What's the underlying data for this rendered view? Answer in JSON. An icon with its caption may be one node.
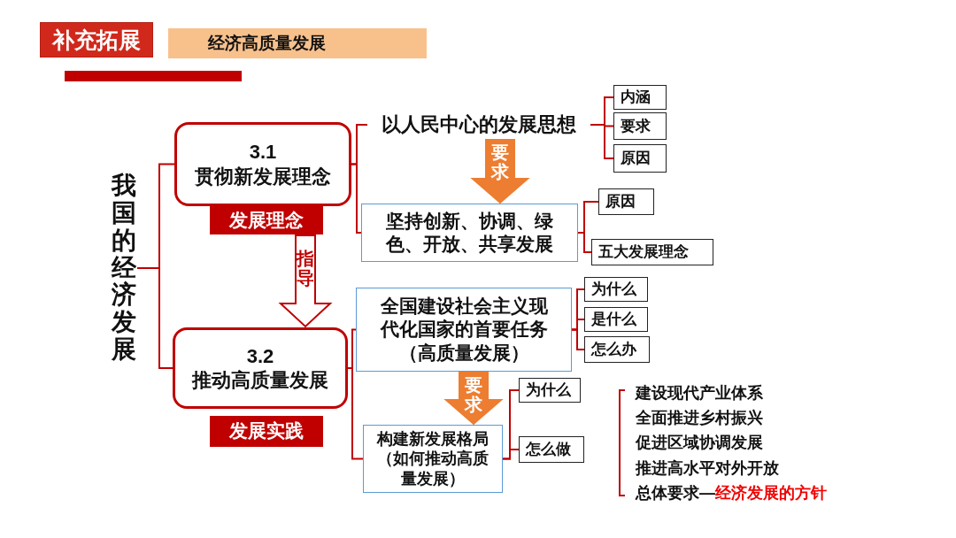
{
  "diagram": {
    "title": "经济高质量发展",
    "nodes": [
      {
        "text": [
          "我国的经济发展"
        ]
      },
      {
        "text": [
          "3.1",
          "贯彻新发展理念"
        ]
      },
      {
        "text": [
          "发展理念"
        ]
      },
      {
        "text": [
          "3.2",
          "推动高质量发展"
        ]
      },
      {
        "text": [
          "发展实践"
        ]
      },
      {
        "text": [
          "以人民中心的发展思想"
        ]
      },
      {
        "text": [
          "坚持创新、协调、绿色、开放、共享发展"
        ]
      },
      {
        "text": [
          "内涵"
        ]
      },
      {
        "text": [
          "要求"
        ]
      },
      {
        "text": [
          "原因"
        ]
      },
      {
        "text": [
          "原因"
        ]
      },
      {
        "text": [
          "五大发展理念"
        ]
      },
      {
        "text": [
          "全国建设社会主义现代化国家的首要任务（高质量发展）"
        ]
      },
      {
        "text": [
          "为什么"
        ]
      },
      {
        "text": [
          "是什么"
        ]
      },
      {
        "text": [
          "怎么办"
        ]
      },
      {
        "text": [
          "构建新发展格局（如何推动高质量发展）"
        ]
      },
      {
        "text": [
          "为什么"
        ]
      },
      {
        "text": [
          "怎么做"
        ]
      }
    ],
    "edges": [
      {
        "from": 0,
        "to": 1,
        "arrow": "none"
      },
      {
        "from": 0,
        "to": 3,
        "arrow": "none"
      },
      {
        "from": 1,
        "to": 5,
        "arrow": "none"
      },
      {
        "from": 1,
        "to": 6,
        "arrow": "none"
      },
      {
        "from": 5,
        "to": 6,
        "arrow": "to",
        "label": "要求",
        "style": "thick",
        "color": "#ed7d31"
      },
      {
        "from": 5,
        "to": 7,
        "arrow": "none"
      },
      {
        "from": 5,
        "to": 8,
        "arrow": "none"
      },
      {
        "from": 5,
        "to": 9,
        "arrow": "none"
      },
      {
        "from": 6,
        "to": 10,
        "arrow": "none"
      },
      {
        "from": 6,
        "to": 11,
        "arrow": "none"
      },
      {
        "from": 2,
        "to": 3,
        "arrow": "to",
        "label": "指导",
        "style": "thick"
      },
      {
        "from": 3,
        "to": 12,
        "arrow": "none"
      },
      {
        "from": 3,
        "to": 16,
        "arrow": "none"
      },
      {
        "from": 12,
        "to": 13,
        "arrow": "none"
      },
      {
        "from": 12,
        "to": 14,
        "arrow": "none"
      },
      {
        "from": 12,
        "to": 15,
        "arrow": "none"
      },
      {
        "from": 12,
        "to": 16,
        "arrow": "to",
        "label": "要求",
        "style": "thick",
        "color": "#ed7d31"
      },
      {
        "from": 16,
        "to": 17,
        "arrow": "none"
      },
      {
        "from": 16,
        "to": 18,
        "arrow": "none"
      }
    ],
    "labels": [
      "补充拓展",
      "建设现代产业体系",
      "全面推进乡村振兴",
      "促进区域协调发展",
      "推进高水平对外开放",
      "总体要求—**经济发展的方针**"
    ]
  }
}
